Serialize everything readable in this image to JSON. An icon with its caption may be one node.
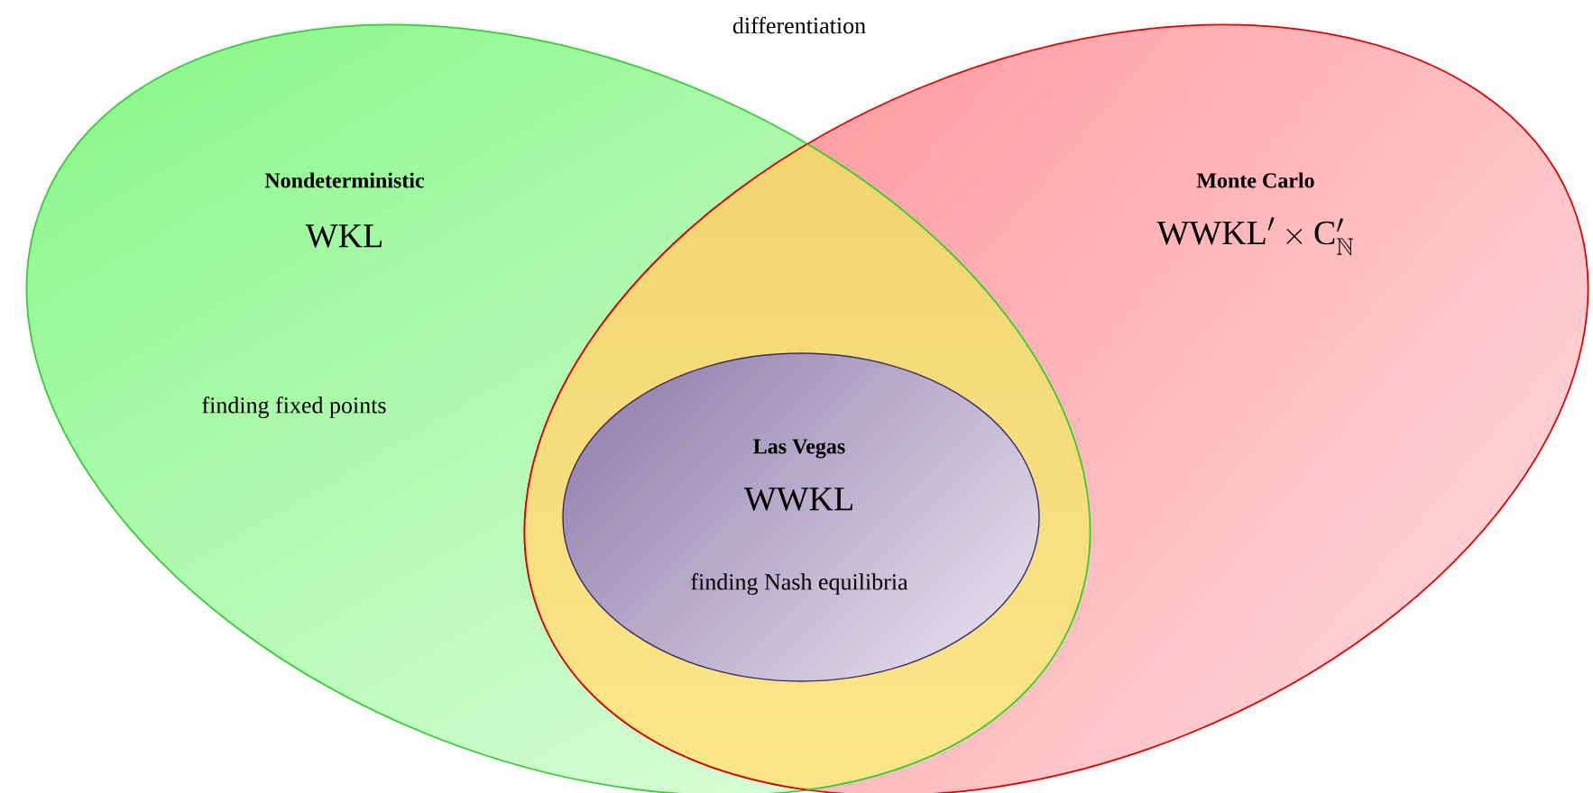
{
  "diagram": {
    "nodes": [
      {
        "text": [
          "Nondeterministic",
          "WKL",
          "finding fixed points"
        ]
      },
      {
        "text": [
          "Monte Carlo",
          "\\mathrm{WWKL}'\\times\\mathrm{C}'_{\\mathbb{N}}"
        ]
      },
      {
        "text": [
          "Las Vegas",
          "WWKL",
          "finding Nash equilibria"
        ]
      }
    ],
    "labels": [
      "differentiation"
    ]
  }
}
